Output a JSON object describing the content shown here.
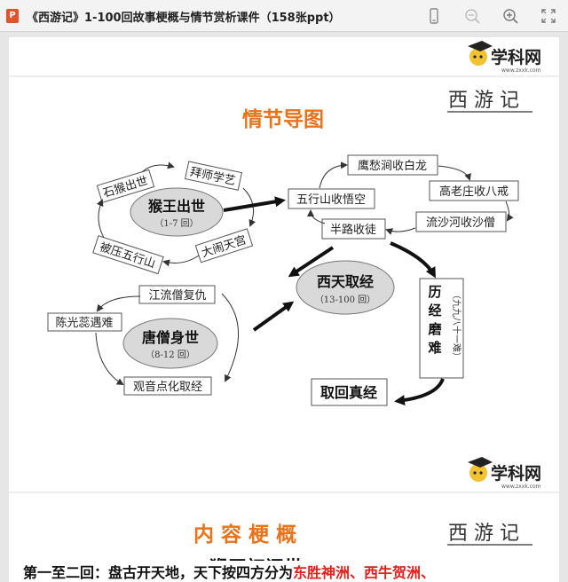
{
  "app": {
    "file_badge": "P",
    "title": "《西游记》1-100回故事梗概与情节赏析课件（158张ppt）"
  },
  "toolbar_icons": [
    "phone-view-icon",
    "zoom-out-icon",
    "zoom-in-icon",
    "fullscreen-icon"
  ],
  "slide1": {
    "logo_brand": "学科网",
    "logo_url": "www.zxxk.com",
    "book_title": "西 游 记",
    "heading": "情节导图",
    "center_top": {
      "title": "猴王出世",
      "sub": "（1-7 回）"
    },
    "center_mid": {
      "title": "西天取经",
      "sub": "（13-100 回）"
    },
    "center_bot": {
      "title": "唐僧身世",
      "sub": "（8-12 回）"
    },
    "monkey_boxes": [
      "石猴出世",
      "拜师学艺",
      "大闹天宫",
      "被压五行山"
    ],
    "tang_boxes": [
      "江流僧复仇",
      "陈光蕊遇难",
      "观音点化取经"
    ],
    "journey_boxes": [
      "五行山收悟空",
      "鹰愁涧收白龙",
      "高老庄收八戒",
      "流沙河收沙僧",
      "半路收徒"
    ],
    "trials_box": "历经磨难",
    "trials_sub": "（九九八十一难）",
    "final_box": "取回真经"
  },
  "slide2": {
    "logo_brand": "学科网",
    "logo_url": "www.zxxk.com",
    "heading": "内 容 梗 概",
    "book_title": "西 游 记",
    "subtitle": "猴王初问世",
    "line_prefix": "第一至二回：盘古开天地，天下按四方分为",
    "line_red": "东胜神洲、西牛贺洲、"
  },
  "colors": {
    "accent_orange": "#e8731b",
    "oval_fill": "#d9d9d9",
    "red_text": "#e0201b",
    "file_badge": "#e0532b"
  }
}
